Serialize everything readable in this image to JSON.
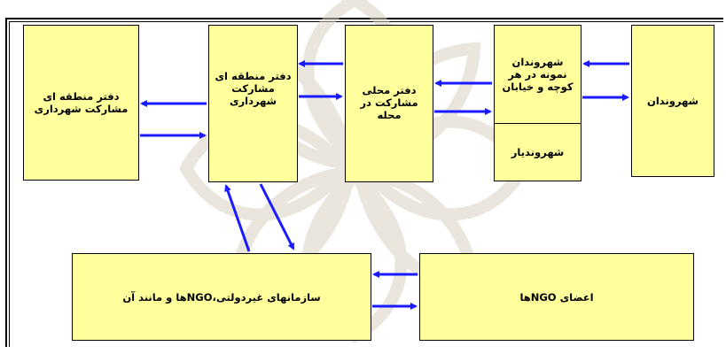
{
  "nodes": {
    "region_office_main": "دفتر منطقه ای\nمشارکت شهرداری",
    "region_office": "دفتر منطقه ای\nمشارکت\nشهرداری",
    "local_office": "دفتر محلی\nمشارکت در\nمحله",
    "model_citizens": "شهروندان\nنمونه در هر\nکوچه و خیابان",
    "citizen_assistant": "شهرونديار",
    "citizens": "شهروندان",
    "ngos": "سازمانهای غیردولتی،NGOها و مانند آن",
    "ngo_members": "اعضای NGOها"
  },
  "colors": {
    "box_fill": "#ffff9c",
    "arrow": "#1a1aff",
    "watermark": "#d9d2c2"
  }
}
